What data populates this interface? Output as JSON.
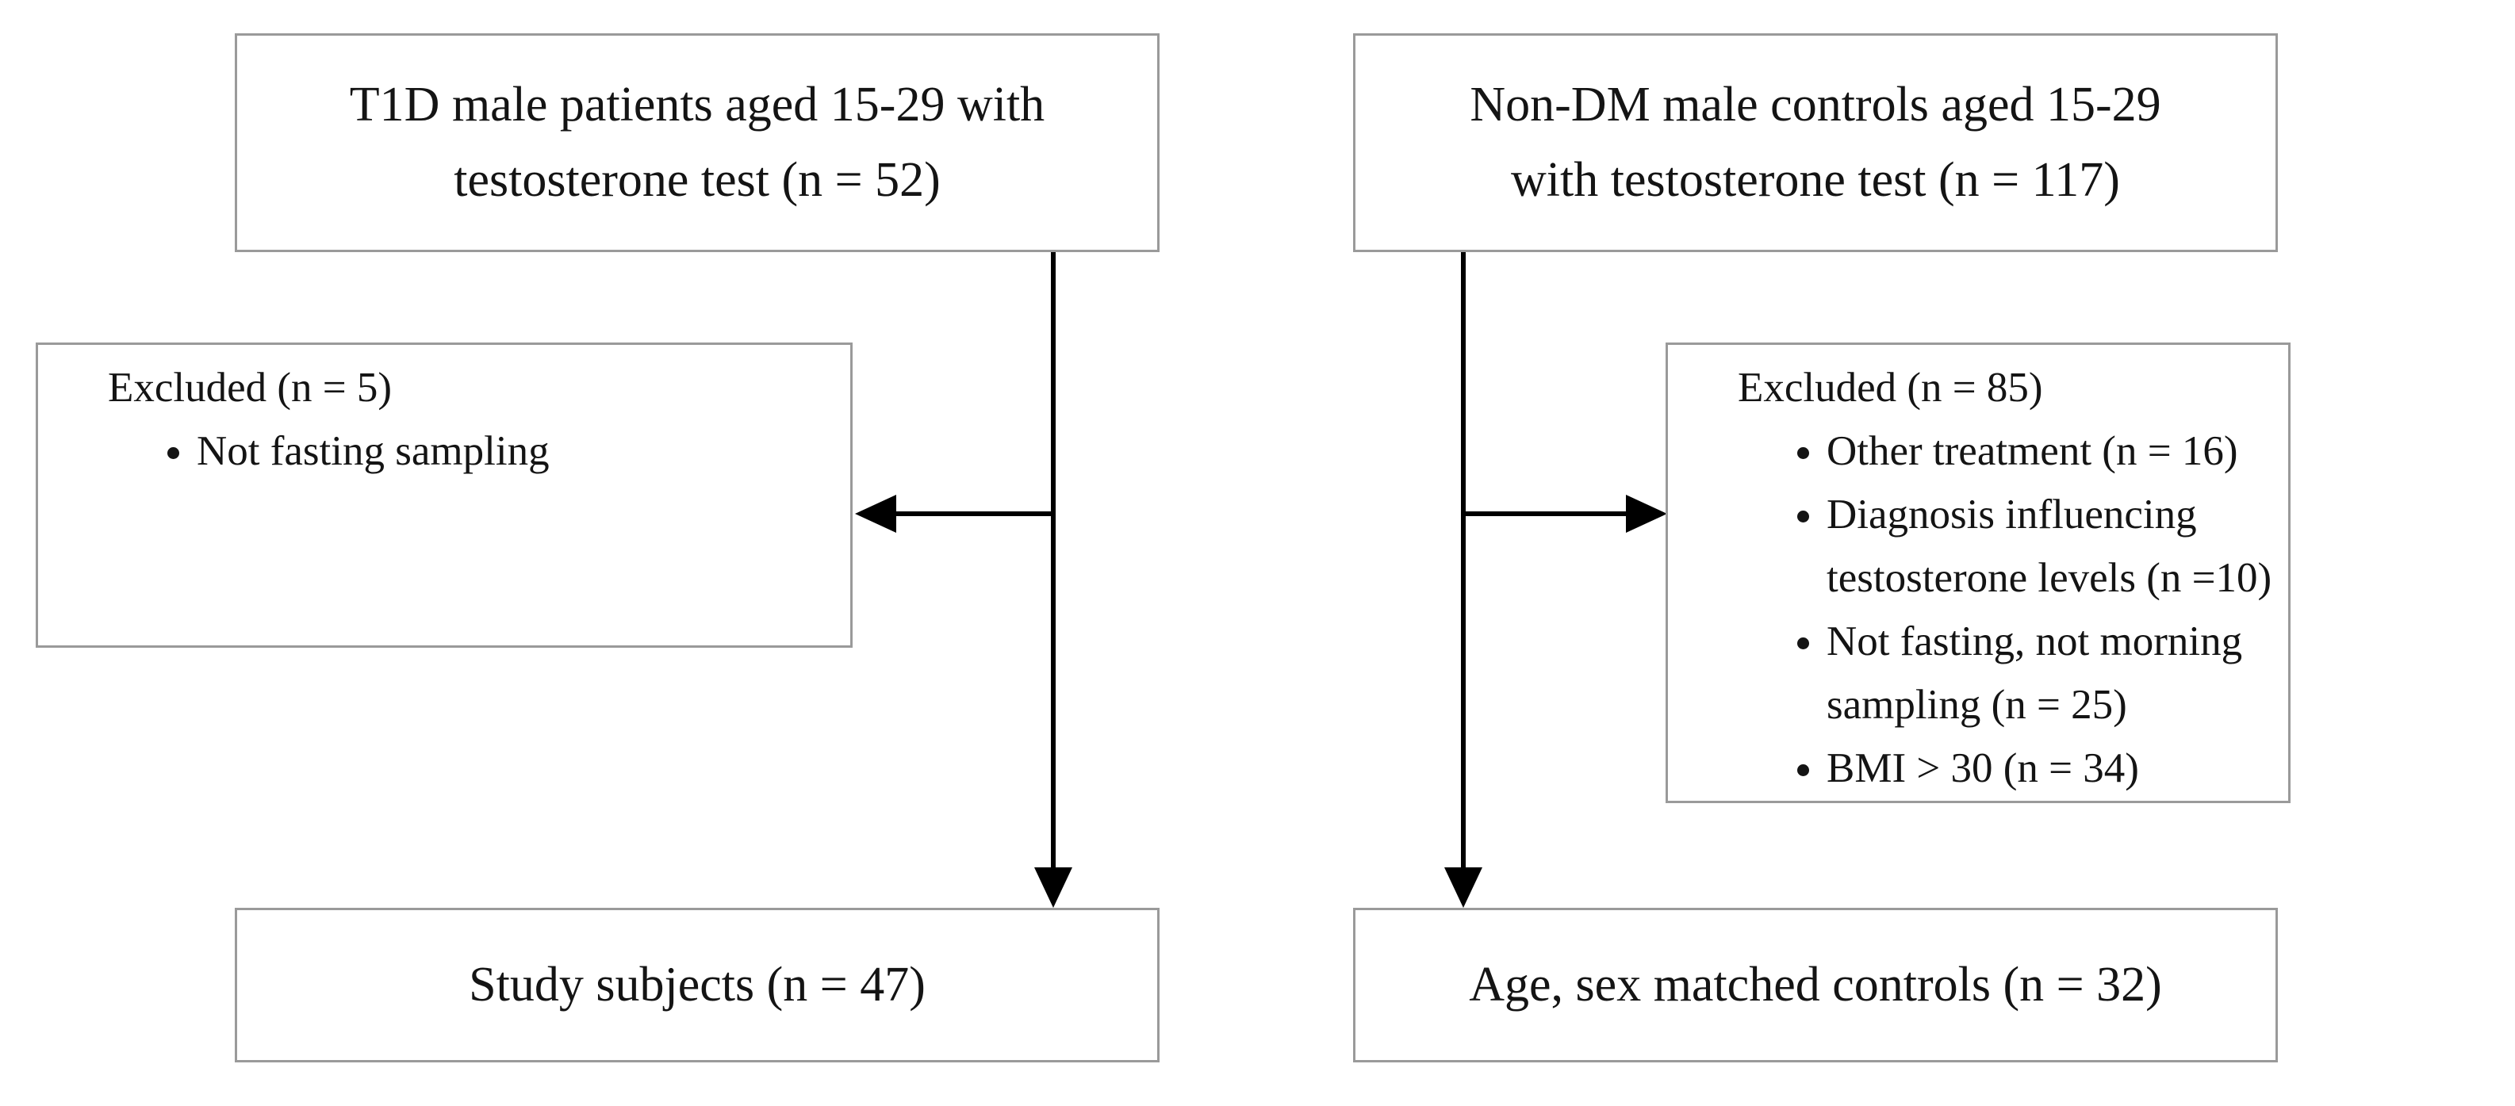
{
  "figure": {
    "type": "study-flow-diagram",
    "patients_column": {
      "source_box": "T1D male patients aged 15-29 with testosterone test (n = 52)",
      "excluded_box": {
        "heading": "Excluded (n = 5)",
        "items": [
          "Not fasting sampling"
        ]
      },
      "result_box": "Study subjects (n = 47)"
    },
    "controls_column": {
      "source_box": "Non-DM male controls aged 15-29 with testosterone test (n = 117)",
      "excluded_box": {
        "heading": "Excluded (n = 85)",
        "items": [
          "Other treatment (n = 16)",
          "Diagnosis influencing testosterone levels (n =10)",
          "Not fasting, not morning sampling (n = 25)",
          "BMI > 30 (n = 34)"
        ]
      },
      "result_box": "Age, sex matched controls (n = 32)"
    },
    "colors": {
      "box_border": "#9a9a9a",
      "arrow": "#000000",
      "text": "#141414",
      "background": "#ffffff"
    }
  }
}
